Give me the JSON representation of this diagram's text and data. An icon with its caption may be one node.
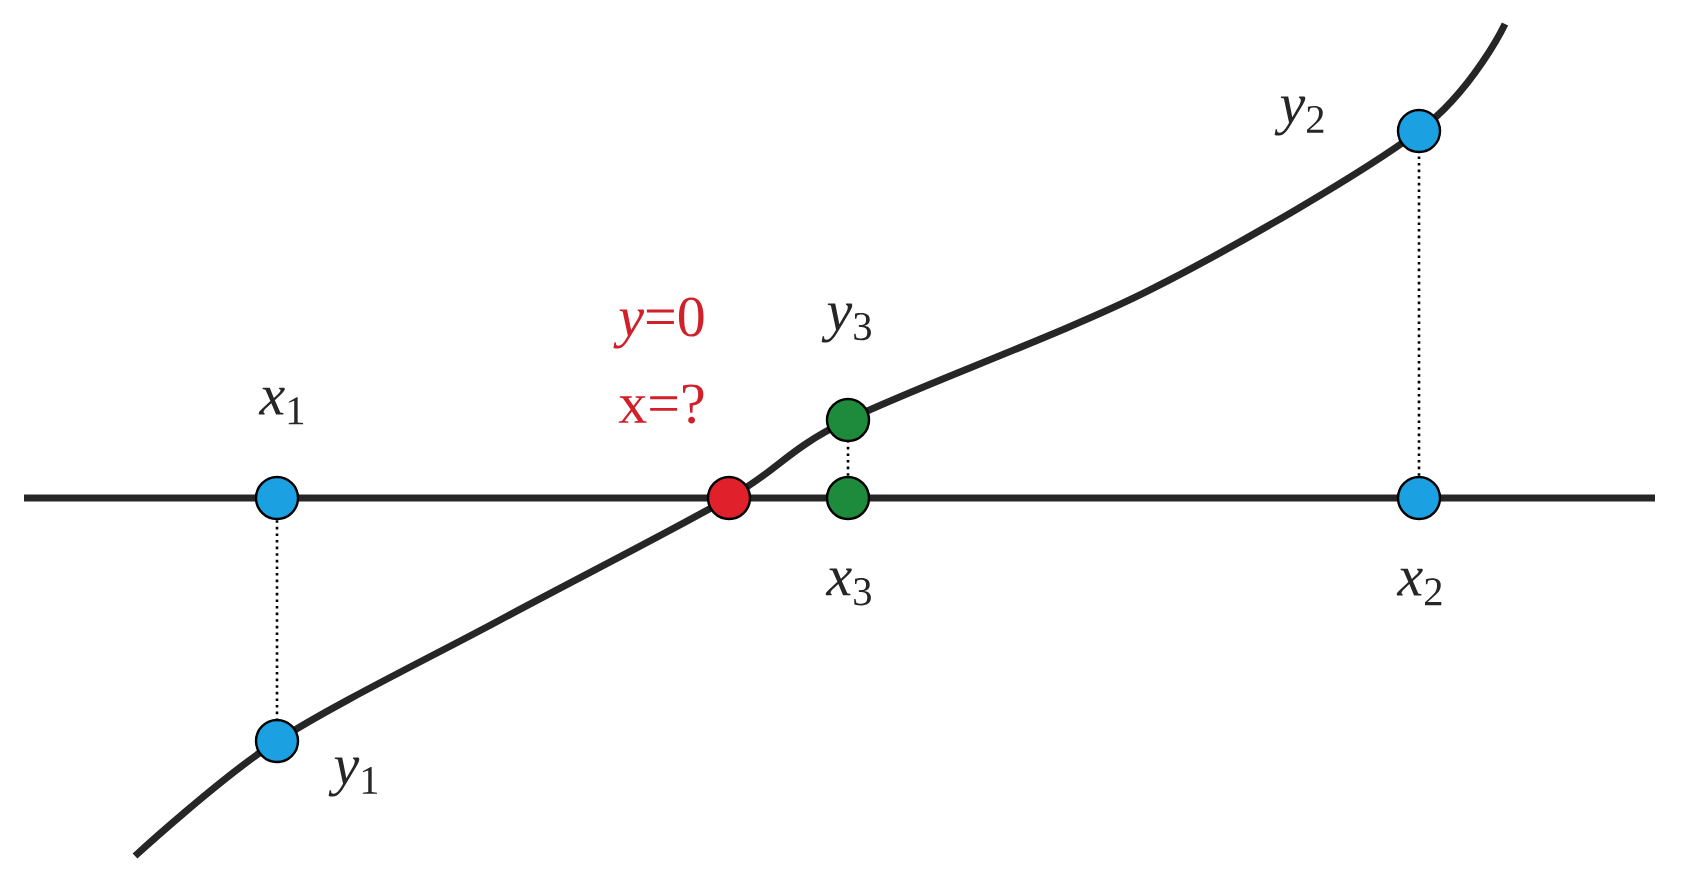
{
  "diagram": {
    "nodes": [
      {
        "text": [],
        "shape": "circle",
        "beside": [
          "*x*$_{1}$"
        ]
      },
      {
        "text": [],
        "shape": "circle",
        "beside": [
          "*y*$_{1}$"
        ]
      },
      {
        "text": [],
        "shape": "circle",
        "beside": [
          "*y*=0",
          "x=?"
        ]
      },
      {
        "text": [],
        "shape": "circle",
        "beside": [
          "*y*$_{3}$"
        ]
      },
      {
        "text": [],
        "shape": "circle",
        "beside": [
          "*x*$_{3}$"
        ]
      },
      {
        "text": [],
        "shape": "circle",
        "beside": [
          "*x*$_{2}$"
        ]
      },
      {
        "text": [],
        "shape": "circle",
        "beside": [
          "*y*$_{2}$"
        ]
      }
    ],
    "edges": [
      {
        "from": 0,
        "to": 1,
        "arrow": "none",
        "style": "dashed"
      },
      {
        "from": 4,
        "to": 3,
        "arrow": "none",
        "style": "dashed"
      },
      {
        "from": 5,
        "to": 6,
        "arrow": "none",
        "style": "dashed"
      }
    ]
  }
}
